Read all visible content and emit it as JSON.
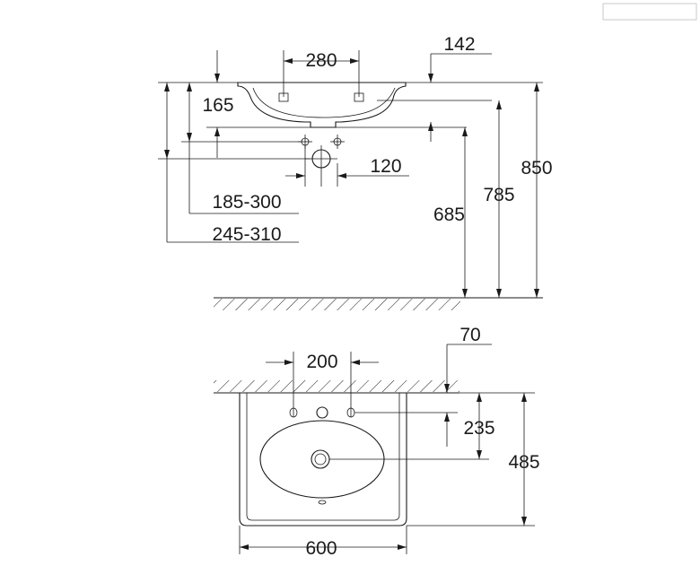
{
  "diagram": {
    "side_view": {
      "width_between_holes": "280",
      "offset_right": "142",
      "basin_depth": "165",
      "drain_spacing": "120",
      "height_drain": "685",
      "height_rim_underside": "785",
      "height_total": "850",
      "supply_range": "185-300",
      "drain_range": "245-310"
    },
    "top_view": {
      "tap_hole_spacing": "200",
      "wall_offset": "70",
      "depth_to_drain": "235",
      "total_depth": "485",
      "total_width": "600"
    }
  }
}
